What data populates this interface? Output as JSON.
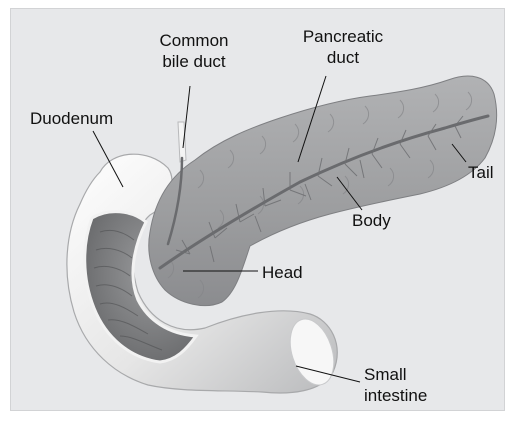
{
  "labels": {
    "common_bile_duct": [
      "Common",
      "bile duct"
    ],
    "pancreatic_duct": [
      "Pancreatic",
      "duct"
    ],
    "duodenum": "Duodenum",
    "tail": "Tail",
    "body": "Body",
    "head": "Head",
    "small_intestine": [
      "Small",
      "intestine"
    ]
  },
  "colors": {
    "background": "#e7e8ea",
    "pancreas_fill": "#9a9b9d",
    "pancreas_texture": "#7c7d80",
    "duodenum_outer": "#f2f2f2",
    "duodenum_inner": "#777879",
    "duct": "#6a6b6e"
  }
}
